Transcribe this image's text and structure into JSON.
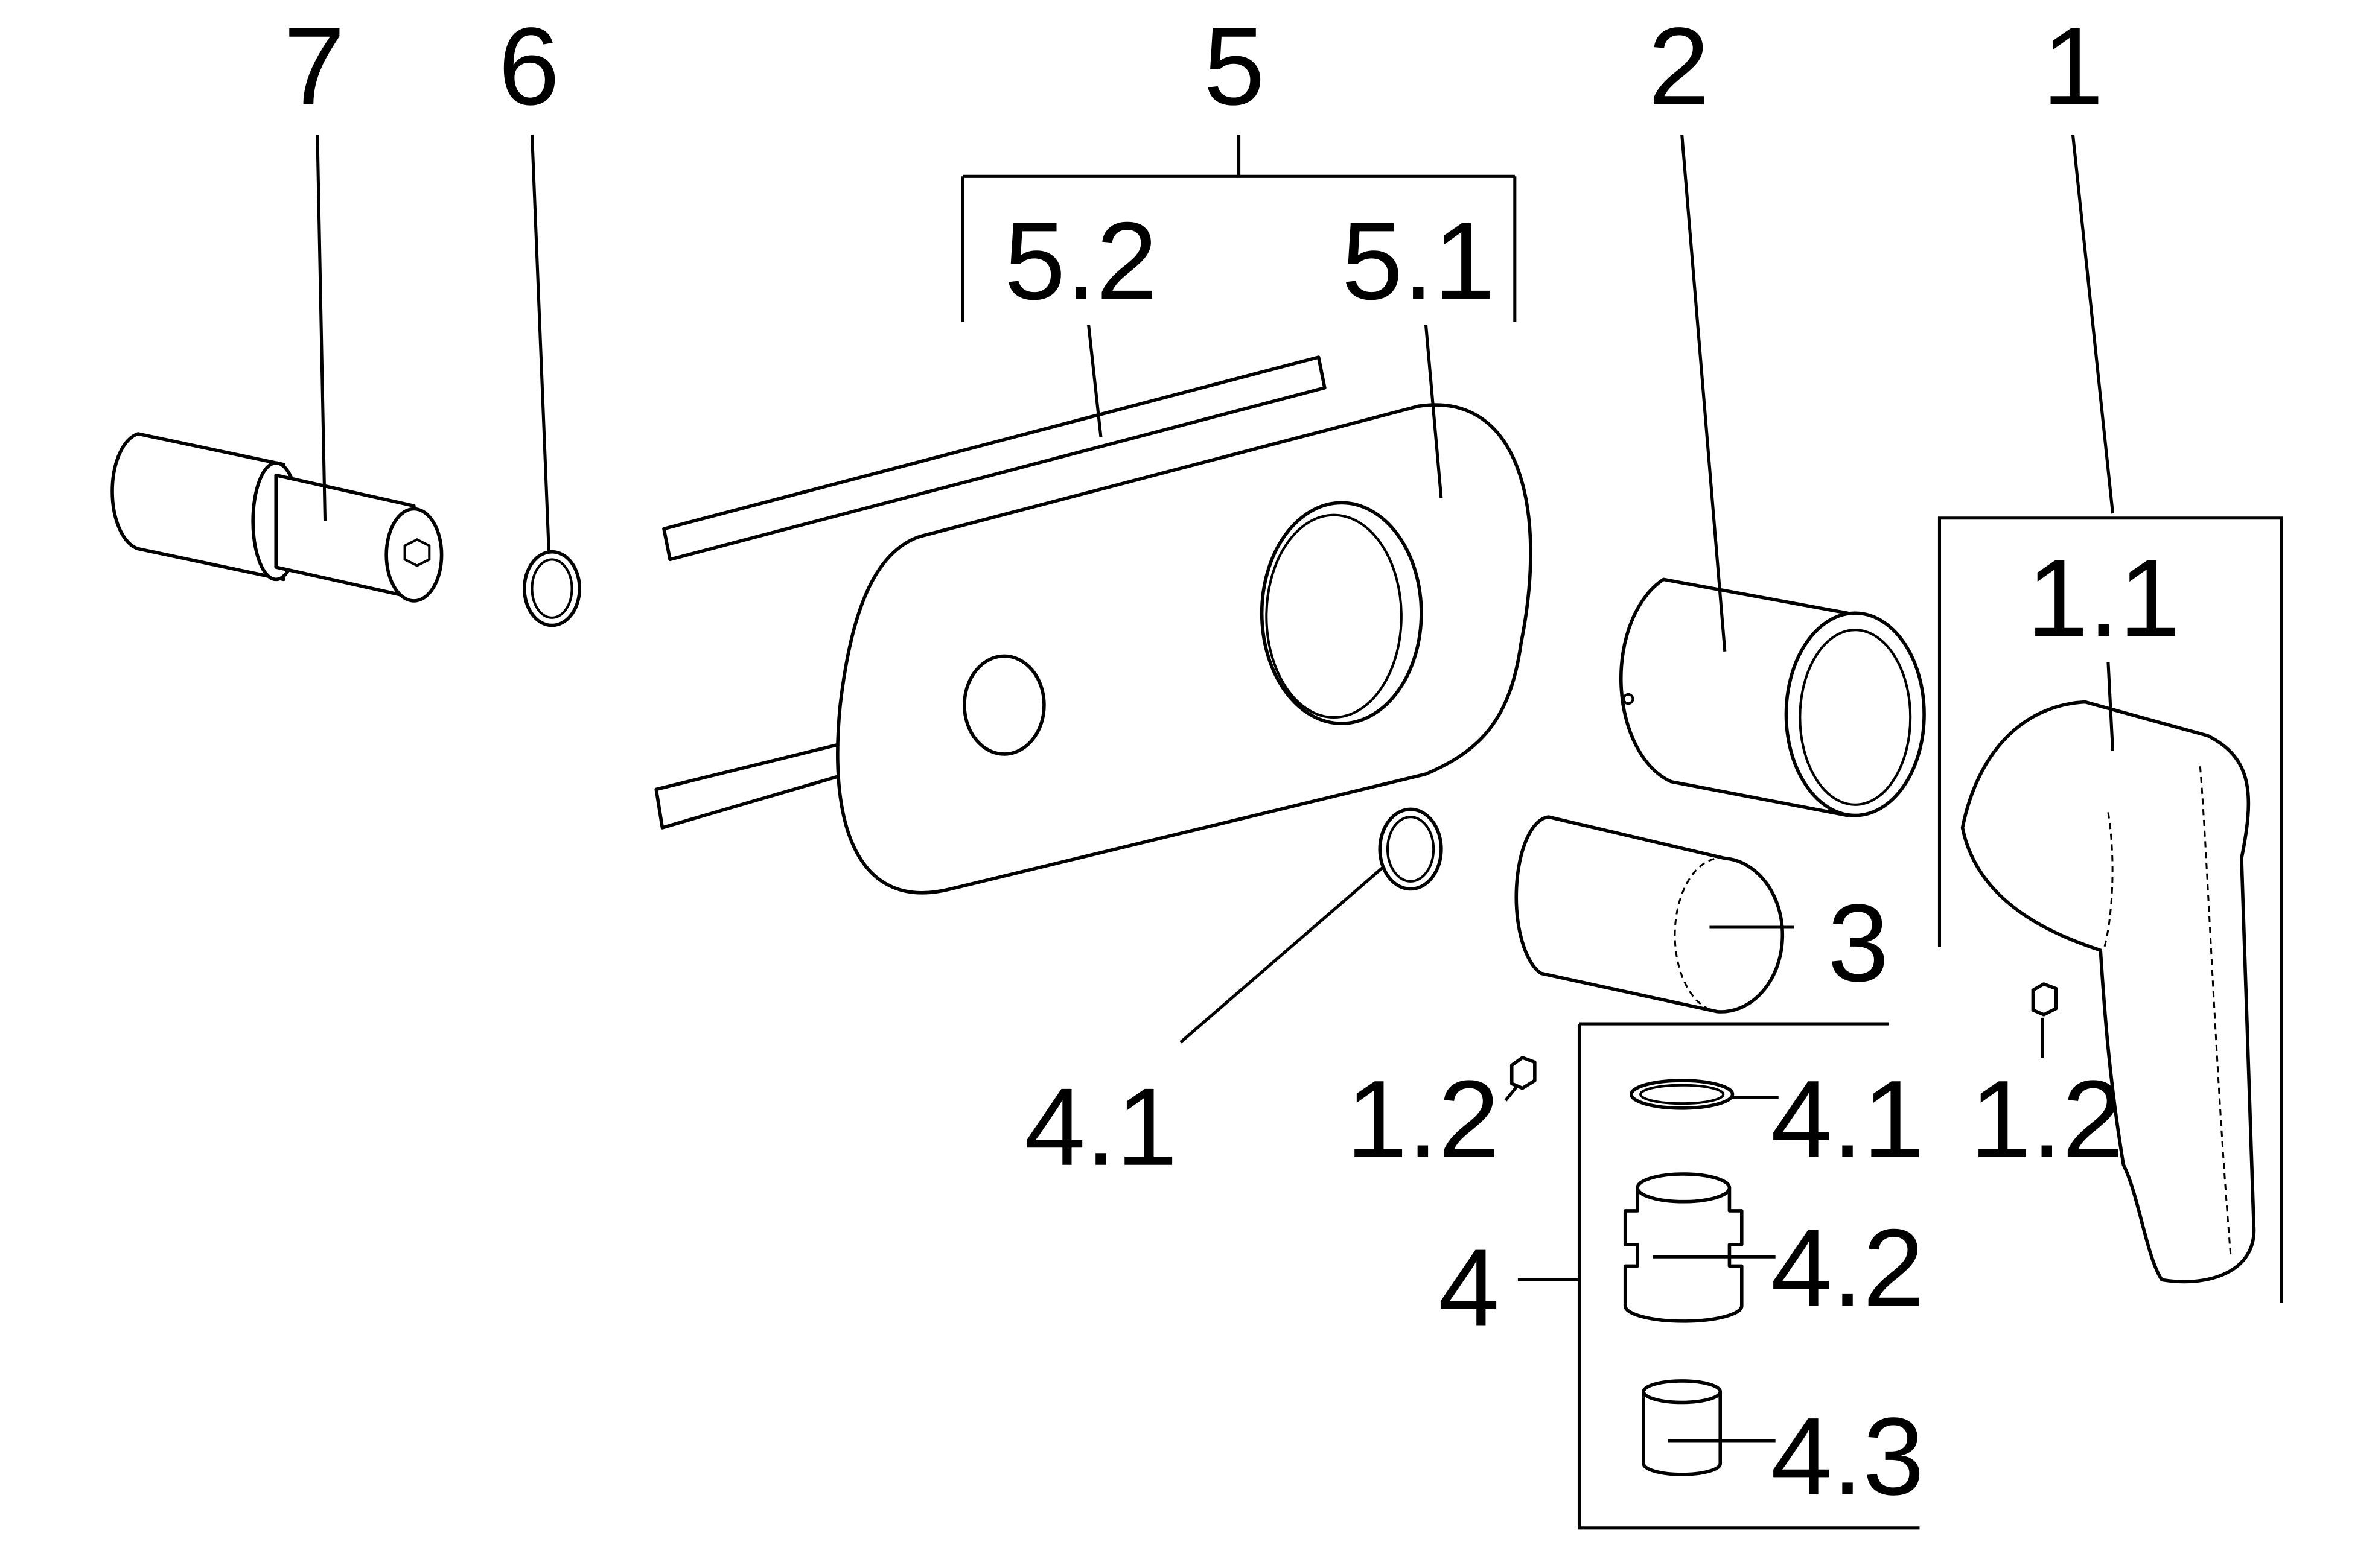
{
  "diagram": {
    "type": "exploded-parts-view",
    "labels": {
      "p7": "7",
      "p6": "6",
      "p5": "5",
      "p5_2": "5.2",
      "p5_1": "5.1",
      "p2": "2",
      "p1": "1",
      "p1_1": "1.1",
      "p4_1_left": "4.1",
      "p1_2_left": "1.2",
      "p4": "4",
      "p4_1": "4.1",
      "p4_2": "4.2",
      "p4_3": "4.3",
      "p3": "3",
      "p1_2_right": "1.2"
    }
  }
}
